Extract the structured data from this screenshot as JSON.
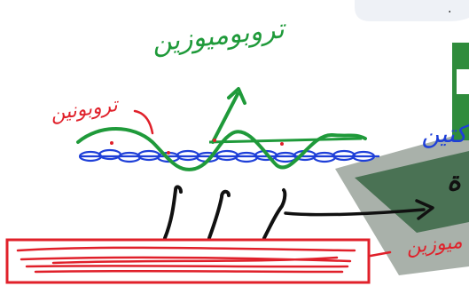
{
  "labels": {
    "tropomyosin": "تروبوميوزين",
    "troponin": "تروبونين",
    "actin": "أكتين",
    "head": "ة",
    "myosin": "ميوزين",
    "top_fragment": "."
  },
  "colors": {
    "background": "#ffffff",
    "tropomyosin": "#1f9a3a",
    "troponin": "#e0202a",
    "actin": "#1e3fd8",
    "myosin": "#e0202a",
    "bridges": "#111111",
    "gray_shape": "#9aa39b",
    "dark_shape": "#3f6b4a",
    "top_panel": "#eef1f6"
  }
}
